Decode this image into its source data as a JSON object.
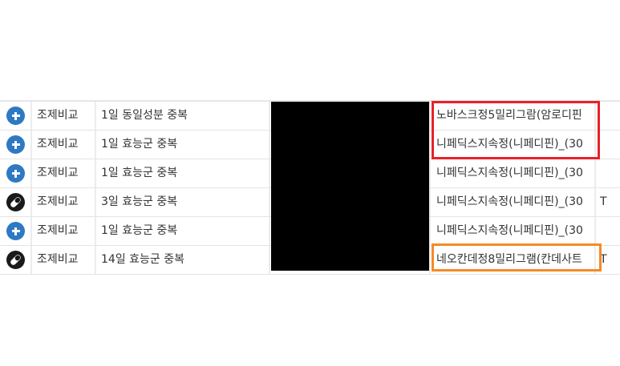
{
  "rows": [
    {
      "icon": "plus-circle-icon",
      "type": "조제비교",
      "desc": "1일 동일성분 중복",
      "drug": "노바스크정5밀리그람(암로디핀",
      "extra": ""
    },
    {
      "icon": "plus-circle-icon",
      "type": "조제비교",
      "desc": "1일 효능군 중복",
      "drug": "니페딕스지속정(니페디핀)_(30",
      "extra": ""
    },
    {
      "icon": "plus-circle-icon",
      "type": "조제비교",
      "desc": "1일 효능군 중복",
      "drug": "니페딕스지속정(니페디핀)_(30",
      "extra": ""
    },
    {
      "icon": "pill-icon",
      "type": "조제비교",
      "desc": "3일 효능군 중복",
      "drug": "니페딕스지속정(니페디핀)_(30",
      "extra": "T"
    },
    {
      "icon": "plus-circle-icon",
      "type": "조제비교",
      "desc": "1일 효능군 중복",
      "drug": "니페딕스지속정(니페디핀)_(30",
      "extra": ""
    },
    {
      "icon": "pill-icon",
      "type": "조제비교",
      "desc": "14일 효능군 중복",
      "drug": "네오칸데정8밀리그램(칸데사트",
      "extra": "T"
    }
  ],
  "colors": {
    "highlight_red": "#e8202a",
    "highlight_orange": "#f58a25",
    "plus_icon": "#2e79c3",
    "redaction": "#000000"
  }
}
